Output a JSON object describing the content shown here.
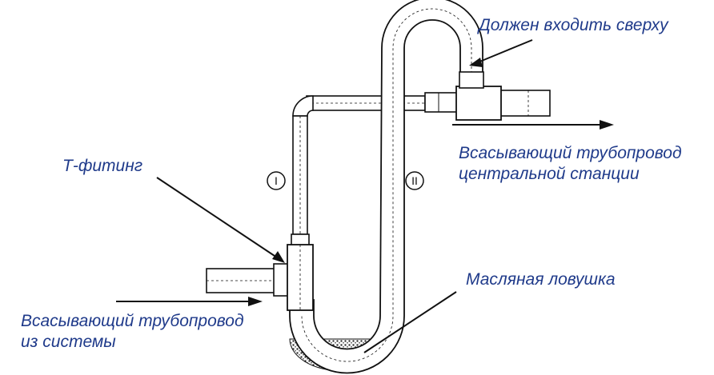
{
  "labels": {
    "top_right": "Должен входить сверху",
    "t_fitting": "Т-фитинг",
    "central_suction_1": "Всасывающий трубопровод",
    "central_suction_2": "центральной станции",
    "oil_trap": "Масляная ловушка",
    "system_suction_1": "Всасывающий трубопровод",
    "system_suction_2": "из системы",
    "riser_one": "I",
    "riser_two": "II"
  },
  "colors": {
    "label_text": "#1f3a8a",
    "line": "#111111",
    "pipe_fill": "#ffffff",
    "oil_fill": "#444444"
  }
}
